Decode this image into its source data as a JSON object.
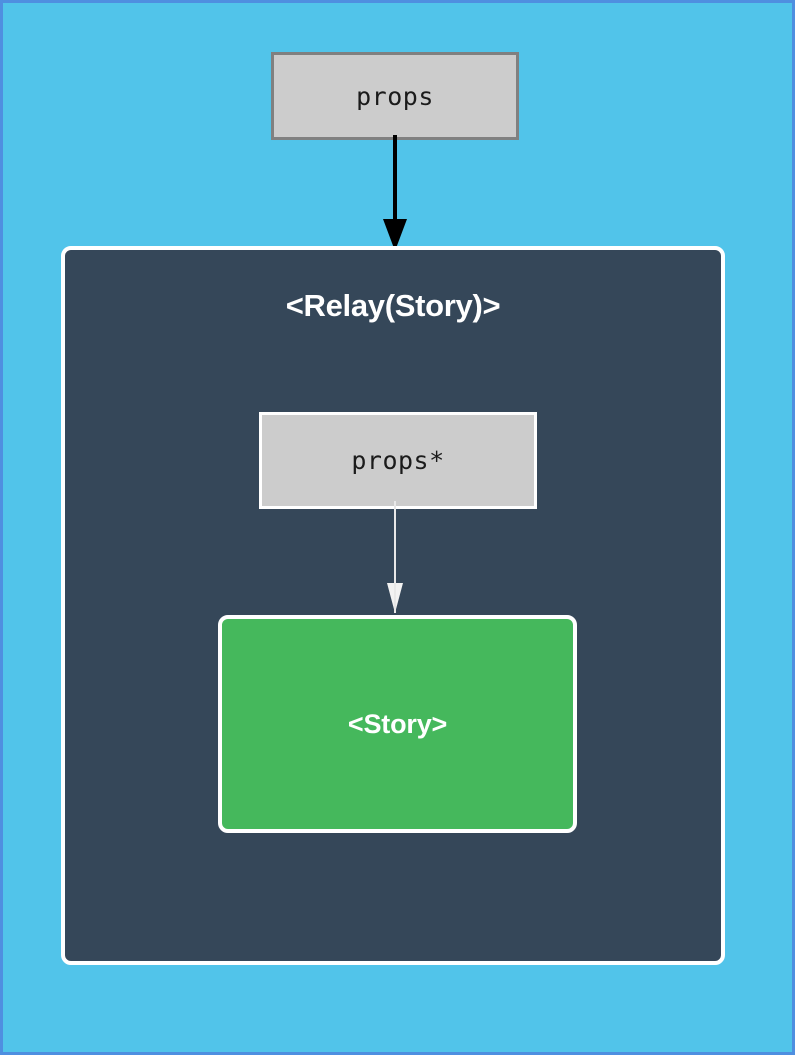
{
  "diagram": {
    "title": "Relay component composition diagram",
    "background_color": "#51c4ea",
    "border_color": "#4f8fe0",
    "nodes": {
      "outer_props": {
        "label": "props",
        "fill": "#cccccc",
        "stroke": "#808080",
        "shape": "rectangle"
      },
      "relay_container": {
        "label": "<Relay(Story)>",
        "fill": "#354759",
        "stroke": "#ffffff",
        "shape": "rounded-rectangle"
      },
      "inner_props": {
        "label": "props*",
        "fill": "#cccccc",
        "stroke": "#ffffff",
        "shape": "rectangle"
      },
      "story": {
        "label": "<Story>",
        "fill": "#45b85c",
        "stroke": "#ffffff",
        "shape": "rounded-rectangle"
      }
    },
    "edges": [
      {
        "id": "props-to-relay",
        "from": "outer_props",
        "to": "relay_container",
        "color": "#000000",
        "arrowhead": "solid-triangle",
        "direction": "down"
      },
      {
        "id": "inner-props-to-story",
        "from": "inner_props",
        "to": "story",
        "color": "#e8e8e8",
        "arrowhead": "solid-triangle",
        "direction": "down"
      }
    ]
  }
}
